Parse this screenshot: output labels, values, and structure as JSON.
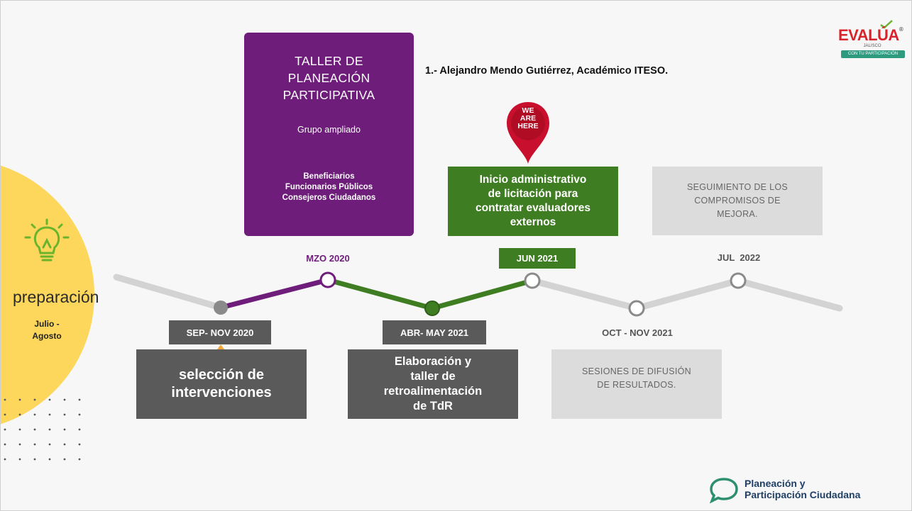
{
  "colors": {
    "purple": "#6e1d7a",
    "green": "#3f7d23",
    "dark_gray": "#5a5a5a",
    "light_gray": "#dcdcdc",
    "timeline_gray": "#d3d3d3",
    "yellow": "#fcd75c",
    "pin_red": "#c8102e"
  },
  "header": {
    "speaker": "1.- Alejandro Mendo Gutiérrez, Académico ITESO."
  },
  "logo_evalua": {
    "main": "EVALÚA",
    "sub": "JALISCO",
    "tagline": "CON TU PARTICIPACIÓN",
    "registered": "®"
  },
  "logo_planeacion": {
    "line1": "Planeación y",
    "line2": "Participación Ciudadana",
    "icon": "speech-bubble-icon"
  },
  "side": {
    "icon": "lightbulb-icon",
    "title": "preparación",
    "period_line1": "Julio -",
    "period_line2": "Agosto"
  },
  "pin": {
    "line1": "WE",
    "line2": "ARE",
    "line3": "HERE"
  },
  "taller": {
    "title_line1": "TALLER DE",
    "title_line2": "PLANEACIÓN",
    "title_line3": "PARTICIPATIVA",
    "subtitle": "Grupo ampliado",
    "participants": [
      "Beneficiarios",
      "Funcionarios Públicos",
      "Consejeros Ciudadanos"
    ]
  },
  "milestones": [
    {
      "date": "SEP- NOV 2020",
      "text": [
        "selección de",
        "intervenciones"
      ]
    },
    {
      "date": "MZO 2020"
    },
    {
      "date": "ABR- MAY 2021",
      "text": [
        "Elaboración y",
        "taller de",
        "retroalimentación",
        "de TdR"
      ]
    },
    {
      "date": "JUN 2021",
      "text": [
        "Inicio administrativo",
        "de licitación para",
        "contratar evaluadores",
        "externos"
      ]
    },
    {
      "date": "OCT - NOV 2021",
      "text": [
        "SESIONES DE DIFUSIÓN",
        "DE RESULTADOS."
      ]
    },
    {
      "date": "JUL  2022",
      "text": [
        "SEGUIMIENTO DE LOS",
        "COMPROMISOS DE",
        "MEJORA."
      ]
    }
  ]
}
